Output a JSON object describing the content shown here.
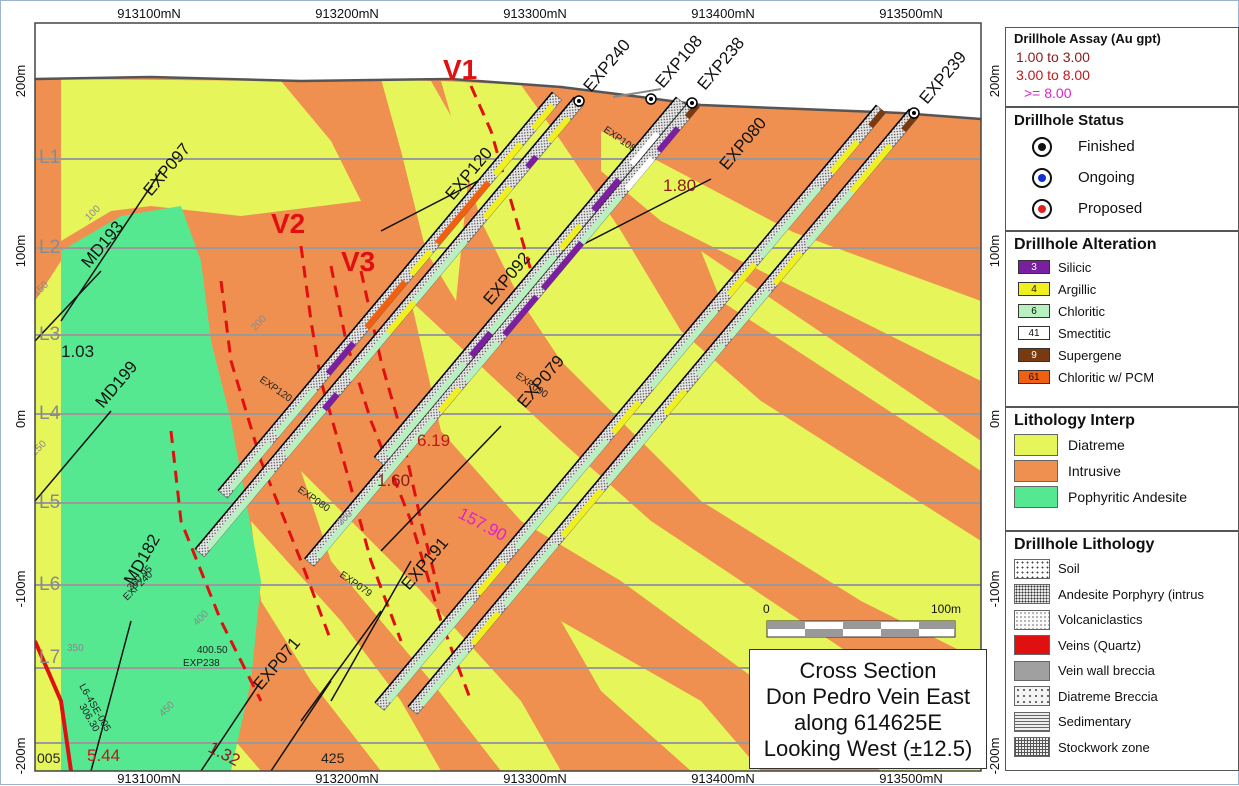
{
  "axes": {
    "top_ticks": [
      "913100mN",
      "913200mN",
      "913300mN",
      "913400mN",
      "913500mN"
    ],
    "bottom_ticks": [
      "913100mN",
      "913200mN",
      "913300mN",
      "913400mN",
      "913500mN"
    ],
    "elevation_ticks": [
      "200m",
      "100m",
      "0m",
      "-100m",
      "-200m"
    ]
  },
  "levels": [
    "L1",
    "L2",
    "L3",
    "L4",
    "L5",
    "L6",
    "L7"
  ],
  "veins": [
    "V1",
    "V2",
    "V3"
  ],
  "drillholes": [
    "EXP240",
    "EXP108",
    "EXP238",
    "EXP239",
    "EXP120",
    "EXP080",
    "EXP097",
    "MD193",
    "MD199",
    "EXP092",
    "EXP079",
    "EXP191",
    "EXP071",
    "MD182"
  ],
  "small_labels": {
    "exp108_small": "EXP108",
    "exp120_small": "EXP120",
    "exp090_small": "EXP090",
    "exp080_small": "EXP080",
    "exp079_small": "EXP079",
    "exp240_small": "EXP240",
    "exp238_small": "EXP238",
    "end_240": "360.95",
    "end_238": "400.50",
    "end_md182": "L6-4SE-005",
    "end_md182b": "306.30",
    "pcm_md": "005",
    "depth_425": "425"
  },
  "depth_marks": {
    "d100": "100",
    "d150": "150",
    "d200": "200",
    "d250": "250",
    "d300": "300",
    "d350": "350",
    "d400": "400",
    "d450": "450"
  },
  "assays": {
    "a1": {
      "value": "1.80",
      "color": "#8b1a1a"
    },
    "a2": {
      "value": "1.03",
      "color": "#1a1a1a"
    },
    "a3": {
      "value": "6.19",
      "color": "#c01818"
    },
    "a4": {
      "value": "1.60",
      "color": "#8b1a1a"
    },
    "a5": {
      "value": "157.90",
      "color": "#e020d0"
    },
    "a6": {
      "value": "5.44",
      "color": "#c01818"
    },
    "a7": {
      "value": "1.32",
      "color": "#8b1a1a"
    }
  },
  "scale_bar": {
    "start": "0",
    "end": "100m"
  },
  "title_box": {
    "line1": "Cross Section",
    "line2": "Don Pedro Vein East",
    "line3": "along 614625E",
    "line4": "Looking West (±12.5)"
  },
  "legend": {
    "assay": {
      "title": "Drillhole Assay (Au gpt)",
      "items": [
        {
          "label": "1.00 to 3.00",
          "color": "#8b1a1a"
        },
        {
          "label": "3.00 to 8.00",
          "color": "#c01818"
        },
        {
          "label": ">= 8.00",
          "color": "#e020d0"
        }
      ]
    },
    "status": {
      "title": "Drillhole Status",
      "items": [
        {
          "label": "Finished",
          "color": "#111111"
        },
        {
          "label": "Ongoing",
          "color": "#1030d0"
        },
        {
          "label": "Proposed",
          "color": "#e02020"
        }
      ]
    },
    "alteration": {
      "title": "Drillhole Alteration",
      "items": [
        {
          "code": "3",
          "label": "Silicic",
          "color": "#7a1fa0"
        },
        {
          "code": "4",
          "label": "Argillic",
          "color": "#f0f020"
        },
        {
          "code": "6",
          "label": "Chloritic",
          "color": "#b8f0c0"
        },
        {
          "code": "41",
          "label": "Smectitic",
          "color": "#ffffff"
        },
        {
          "code": "9",
          "label": "Supergene",
          "color": "#7a3a10"
        },
        {
          "code": "61",
          "label": "Chloritic w/  PCM",
          "color": "#f06010"
        }
      ]
    },
    "lithology": {
      "title": "Lithology Interp",
      "items": [
        {
          "label": "Diatreme",
          "color": "#e6f55a"
        },
        {
          "label": "Intrusive",
          "color": "#f09050"
        },
        {
          "label": "Pophyritic Andesite",
          "color": "#55e890"
        }
      ]
    },
    "drillhole_lithology": {
      "title": "Drillhole Lithology",
      "items": [
        {
          "label": "Soil",
          "color": "#ffffff"
        },
        {
          "label": "Andesite Porphyry (intrus",
          "color": "#d8d8d8"
        },
        {
          "label": "Volcaniclastics",
          "color": "#f4f4f4"
        },
        {
          "label": "Veins (Quartz)",
          "color": "#e01010"
        },
        {
          "label": "Vein wall breccia",
          "color": "#a0a0a0"
        },
        {
          "label": "Diatreme Breccia",
          "color": "#ececec"
        },
        {
          "label": "Sedimentary",
          "color": "#e0e0e0"
        },
        {
          "label": "Stockwork zone",
          "color": "#c8c8c8"
        }
      ]
    }
  }
}
